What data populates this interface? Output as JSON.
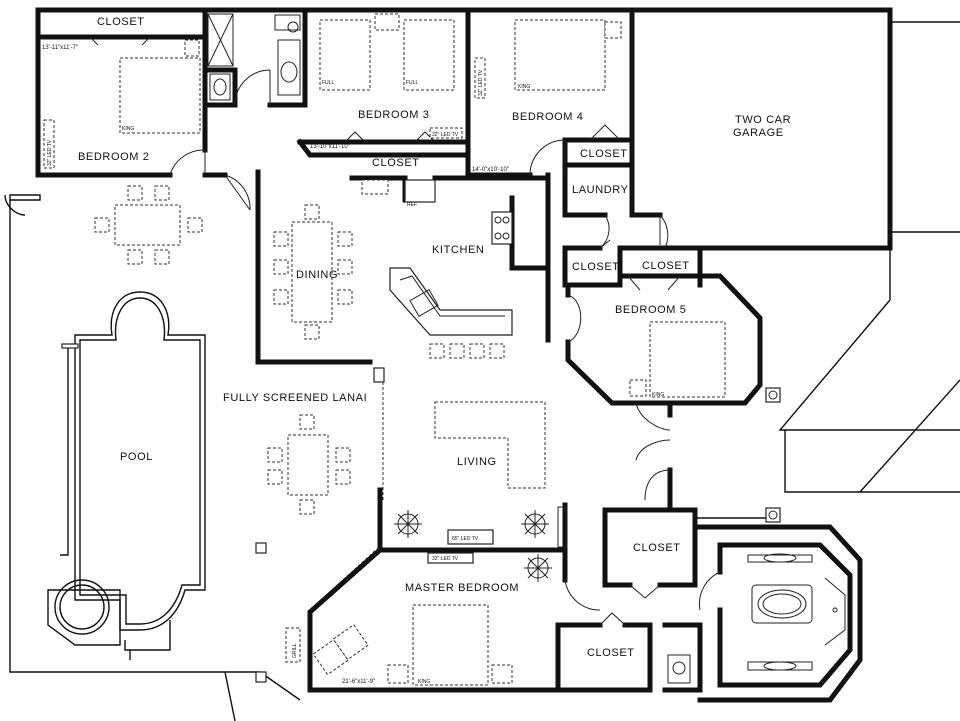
{
  "labels": {
    "closet_top": "CLOSET",
    "bedroom2": "BEDROOM 2",
    "bedroom3": "BEDROOM 3",
    "bedroom4": "BEDROOM 4",
    "bedroom5": "BEDROOM 5",
    "closet_b3": "CLOSET",
    "closet_b4": "CLOSET",
    "laundry": "LAUNDRY",
    "closet_b5_left": "CLOSET",
    "closet_b5_right": "CLOSET",
    "garage_line1": "TWO CAR",
    "garage_line2": "GARAGE",
    "kitchen": "KITCHEN",
    "dining": "DINING",
    "lanai": "FULLY SCREENED LANAI",
    "pool": "POOL",
    "living": "LIVING",
    "master": "MASTER BEDROOM",
    "closet_master_top": "CLOSET",
    "closet_master_bottom": "CLOSET"
  },
  "small": {
    "dim_b2": "13'-11\"x11'-7\"",
    "dim_b3": "13'-10\"x11'-10\"",
    "dim_b4": "14'-0\"x10'-10\"",
    "dim_master": "21'-6\"x11'-9\"",
    "tv_b2": "32\" LED TV",
    "tv_b3": "32\" LED TV",
    "tv_b4": "32\" LED TV",
    "tv_living": "65\" LED TV",
    "tv_master": "32\" LED TV",
    "king_b2": "KING",
    "king_b4": "KING",
    "king_b5": "KING",
    "king_master": "KING",
    "full_1": "FULL",
    "full_2": "FULL",
    "ref": "REF",
    "grill": "GRILL"
  }
}
